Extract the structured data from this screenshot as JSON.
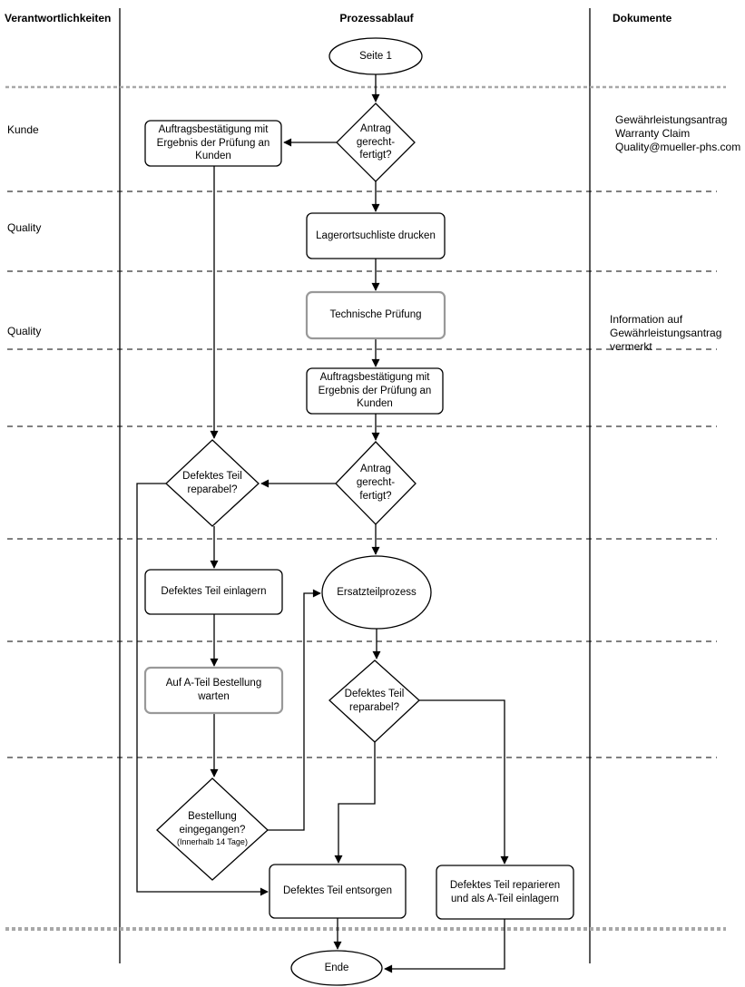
{
  "header": {
    "responsibilities": "Verantwortlichkeiten",
    "process": "Prozessablauf",
    "documents": "Dokumente"
  },
  "lanes": {
    "lane1": "Kunde",
    "lane2": "Quality",
    "lane3": "Quality"
  },
  "nodes": {
    "start": "Seite 1",
    "antrag1": "Antrag\ngerecht-\nfertigt?",
    "auftrag_left": "Auftragsbestätigung mit\nErgebnis der Prüfung an\nKunden",
    "lagerort": "Lagerortsuchliste drucken",
    "technische": "Technische Prüfung",
    "auftrag_mid": "Auftragsbestätigung mit\nErgebnis der Prüfung an\nKunden",
    "antrag2": "Antrag\ngerecht-\nfertigt?",
    "reparabel1": "Defektes Teil\nreparabel?",
    "einlagern": "Defektes Teil einlagern",
    "ersatzteil": "Ersatzteilprozess",
    "warten": "Auf A-Teil Bestellung\nwarten",
    "reparabel2": "Defektes Teil\nreparabel?",
    "bestellung": "Bestellung\neingegangen?",
    "bestellung_note": "(Innerhalb 14 Tage)",
    "entsorgen": "Defektes Teil entsorgen",
    "reparieren": "Defektes Teil reparieren\nund als A-Teil einlagern",
    "ende": "Ende"
  },
  "documents": {
    "doc1": "Gewährleistungsantrag\nWarranty Claim\nQuality@mueller-phs.com",
    "doc2": "Information auf\nGewährleistungsantrag\nvermerkt"
  },
  "colors": {
    "shape_stroke": "#000000",
    "highlight_stroke": "#999999",
    "separator_gray": "#a8a8a8",
    "fill": "#ffffff"
  }
}
